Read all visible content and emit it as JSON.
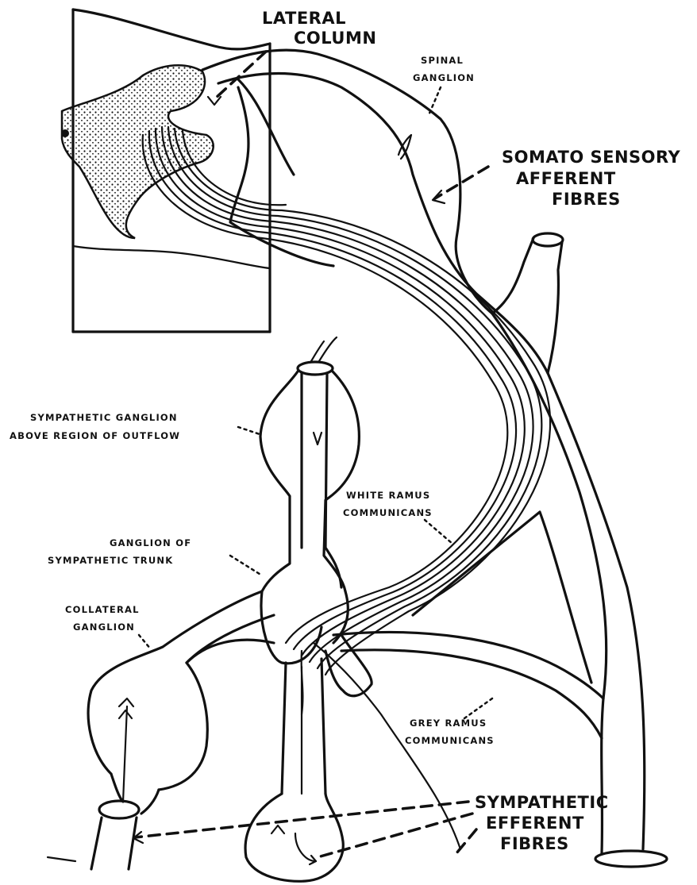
{
  "labels": {
    "lateral_column": [
      "LATERAL",
      "COLUMN"
    ],
    "spinal_ganglion": [
      "SPINAL",
      "GANGLION"
    ],
    "somato_sensory": [
      "SOMATO SENSORY",
      "AFFERENT",
      "FIBRES"
    ],
    "sympathetic_ganglion_above": [
      "SYMPATHETIC GANGLION",
      "ABOVE REGION OF OUTFLOW"
    ],
    "white_ramus": [
      "WHITE RAMUS",
      "COMMUNICANS"
    ],
    "ganglion_trunk": [
      "GANGLION OF",
      "SYMPATHETIC TRUNK"
    ],
    "collateral_ganglion": [
      "COLLATERAL",
      "GANGLION"
    ],
    "grey_ramus": [
      "GREY RAMUS",
      "COMMUNICANS"
    ],
    "sympathetic_efferent": [
      "SYMPATHETIC",
      "EFFERENT",
      "FIBRES"
    ]
  }
}
